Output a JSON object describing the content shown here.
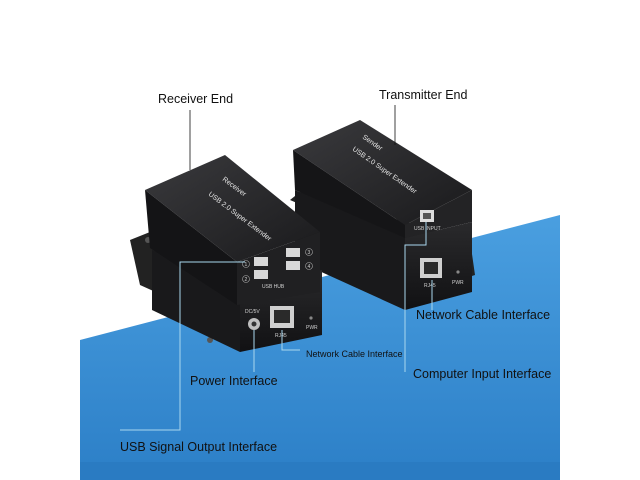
{
  "callouts": {
    "receiver_end": "Receiver End",
    "transmitter_end": "Transmitter End",
    "network_cable_interface_right": "Network Cable Interface",
    "network_cable_interface_center": "Network Cable Interface",
    "computer_input_interface": "Computer Input Interface",
    "power_interface": "Power Interface",
    "usb_signal_output_interface": "USB Signal Output Interface"
  },
  "receiver_device": {
    "top_label_product": "USB 2.0 Super Extender",
    "top_label_role": "Receiver",
    "port_numbers": [
      "1",
      "2",
      "3",
      "4"
    ],
    "usb_hub_label": "USB HUB",
    "dc_label": "DC/5V",
    "rj45_label": "RJ45",
    "pwr_label": "PWR"
  },
  "transmitter_device": {
    "top_label_product": "USB 2.0 Super Extender",
    "top_label_role": "Sender",
    "usb_input_label": "USB INPUT",
    "rj45_label": "RJ45",
    "pwr_label": "PWR"
  },
  "colors": {
    "background_blue": "#2f86cf",
    "device_body": "#1d1d1f",
    "callout_line": "#9fd3ee"
  }
}
